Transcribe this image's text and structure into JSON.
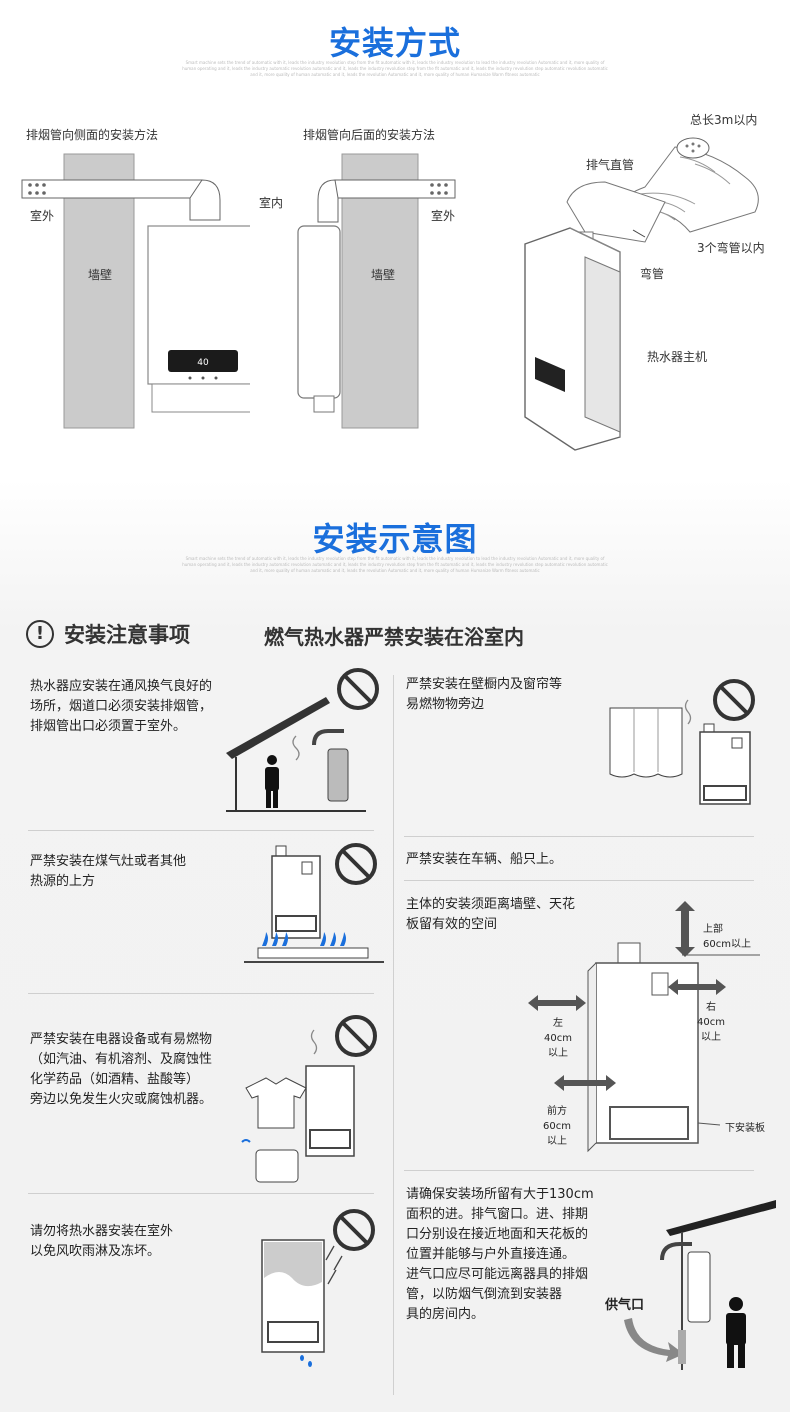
{
  "section1": {
    "title": "安装方式",
    "fine_text": "Smart machine sets the trend of automatic with it, leads the industry revolution step from the fit automatic with it, leads the industry revolution to lead the industry revolution Automatic and it, more quality of human operating and it, leads the industry automatic revolution automatic and it, leads the industry revolution step from the fit automatic and it, leads the industry revolution step automatic revolution automatic and it, more quality of human automatic and it, leads the revolution Automatic and it, more quality of human Humanize Warm fitness automatic",
    "side_title": "排烟管向侧面的安装方法",
    "back_title": "排烟管向后面的安装方法",
    "outdoor": "室外",
    "indoor": "室内",
    "wall": "墙壁",
    "display": "40",
    "total_len": "总长3m以内",
    "exhaust_pipe": "排气直管",
    "elbow_count": "3个弯管以内",
    "elbow": "弯管",
    "heater_main": "热水器主机"
  },
  "section2": {
    "title": "安装示意图",
    "caution_icon": "!",
    "caution_title": "安装注意事项",
    "warning": "燃气热水器严禁安装在浴室内",
    "notes": [
      "热水器应安装在通风换气良好的",
      "场所，烟道口必须安装排烟管，",
      "排烟管出口必须置于室外。",
      "严禁安装在煤气灶或者其他",
      "热源的上方",
      "严禁安装在电器设备或有易燃物",
      "（如汽油、有机溶剂、及腐蚀性",
      "化学药品（如酒精、盐酸等）",
      "旁边以免发生火灾或腐蚀机器。",
      "请勿将热水器安装在室外",
      "以免风吹雨淋及冻坏。",
      "严禁安装在壁橱内及窗帘等",
      "易燃物物旁边",
      "严禁安装在车辆、船只上。",
      "主体的安装须距离墙壁、天花",
      "板留有效的空间",
      "请确保安装场所留有大于130cm",
      "面积的进。排气窗口。进、排期",
      "口分别设在接近地面和天花板的",
      "位置并能够与户外直接连通。",
      "进气口应尽可能远离器具的排烟",
      "管，以防烟气倒流到安装器",
      "具的房间内。"
    ],
    "clearance": {
      "top_1": "上部",
      "top_2": "60cm以上",
      "left_1": "左",
      "left_2": "40cm",
      "left_3": "以上",
      "right_1": "右",
      "right_2": "40cm",
      "right_3": "以上",
      "front_1": "前方",
      "front_2": "60cm",
      "front_3": "以上",
      "bottom_plate": "下安装板"
    },
    "air_supply": "供气口"
  },
  "colors": {
    "title_blue": "#1a6fdc",
    "wall_gray": "#cbcbcb",
    "prohibit": "#333333"
  }
}
